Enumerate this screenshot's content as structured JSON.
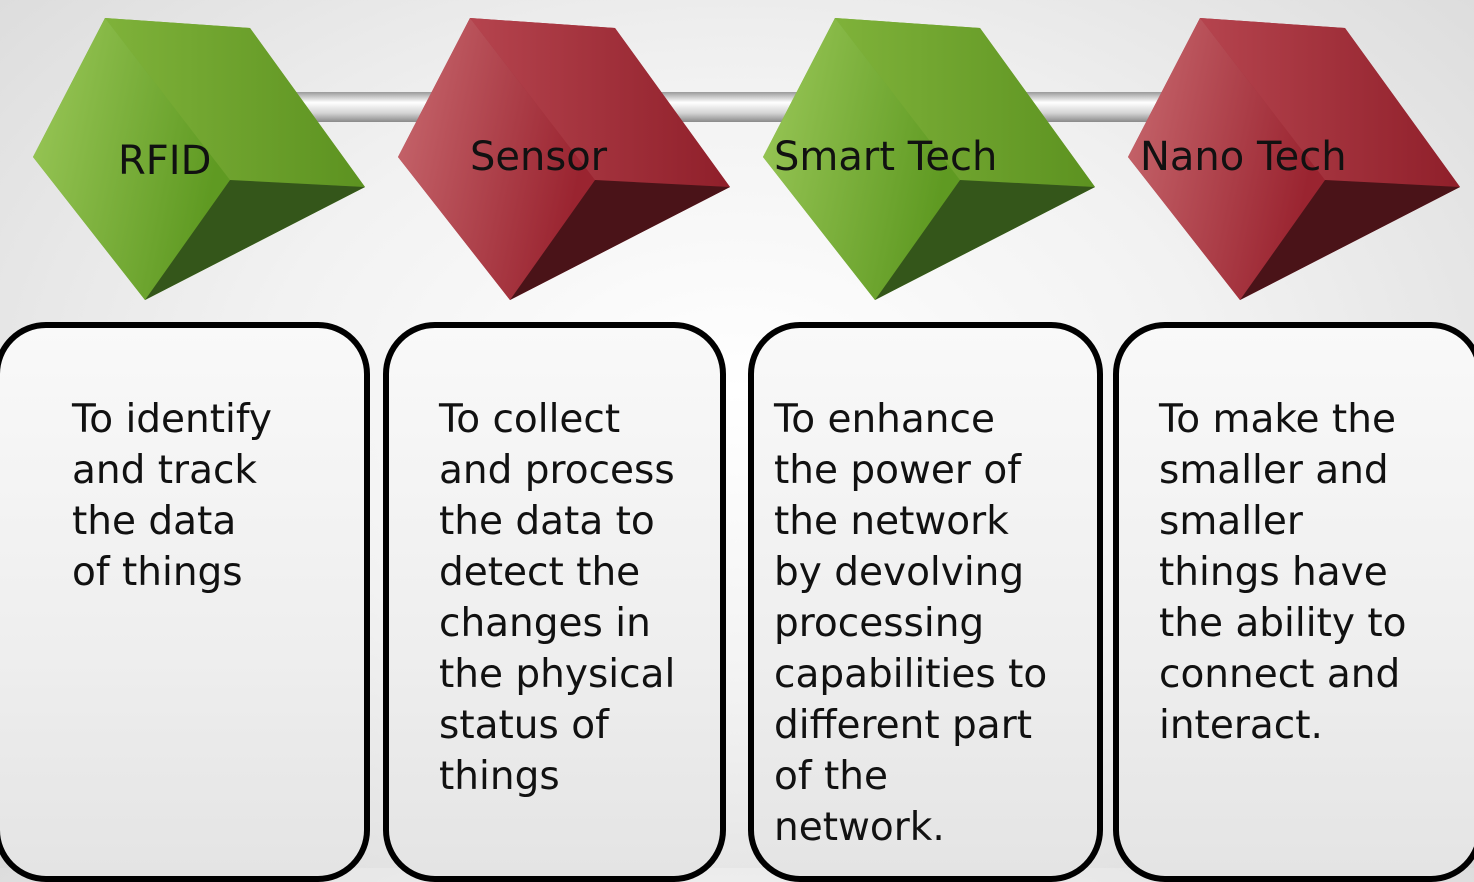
{
  "stages": [
    {
      "label": "RFID",
      "description": "To identify\nand track\nthe data\nof things",
      "color": "green"
    },
    {
      "label": "Sensor",
      "description": "To collect\nand process\nthe data to\ndetect the\nchanges in\nthe physical\nstatus of\nthings",
      "color": "red"
    },
    {
      "label": "Smart Tech",
      "description": "To enhance\nthe power of\nthe network\nby devolving\nprocessing\ncapabilities to\ndifferent part\nof the\nnetwork.",
      "color": "green"
    },
    {
      "label": "Nano Tech",
      "description": "To make the\nsmaller and\nsmaller\nthings have\nthe ability to\nconnect and\ninteract.",
      "color": "red"
    }
  ],
  "colors": {
    "green_light": "#9cc95a",
    "green_mid": "#6ea52c",
    "green_dark": "#34561a",
    "red_light": "#c96a70",
    "red_mid": "#a12a35",
    "red_dark": "#4a1318",
    "connector": "#c8c8c8"
  }
}
